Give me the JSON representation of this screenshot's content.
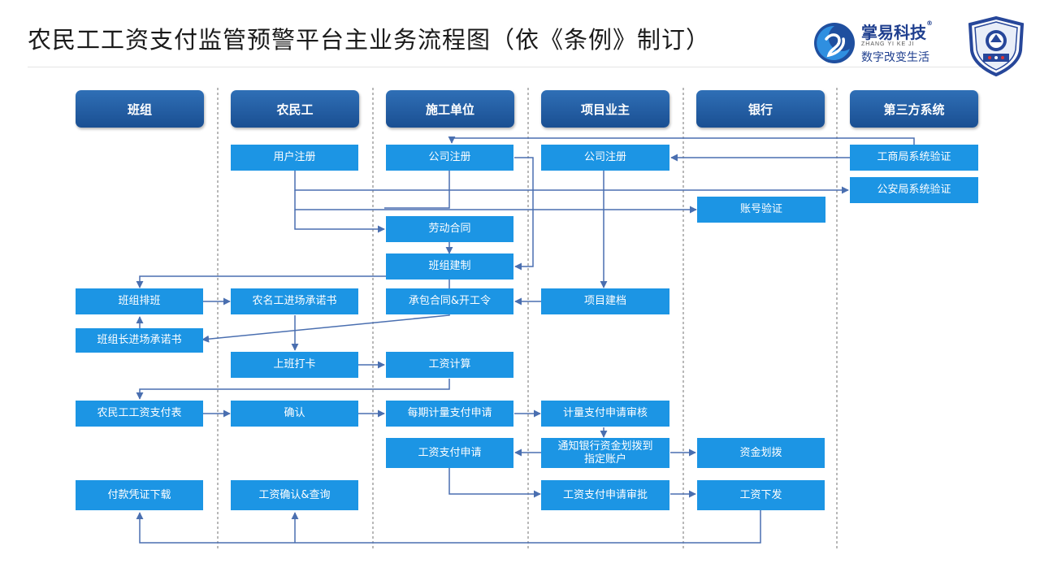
{
  "title": "农民工工资支付监管预警平台主业务流程图（依《条例》制订）",
  "logo": {
    "name": "掌易科技",
    "registered": "®",
    "english": "ZHANG YI KE JI",
    "slogan": "数字改变生活"
  },
  "colors": {
    "header_fill": "#1a4f92",
    "box_fill": "#1c95e4",
    "connector": "#4a6fb0",
    "lane_divider": "#8a8a8a"
  },
  "lanes": [
    "班组",
    "农民工",
    "施工单位",
    "项目业主",
    "银行",
    "第三方系统"
  ],
  "steps": {
    "user_register": "用户注册",
    "company_register_contractor": "公司注册",
    "company_register_owner": "公司注册",
    "aic_verify": "工商局系统验证",
    "police_verify": "公安局系统验证",
    "account_verify": "账号验证",
    "labor_contract": "劳动合同",
    "team_setup": "班组建制",
    "team_schedule": "班组排班",
    "worker_entry_pledge": "农名工进场承诺书",
    "contract_start_order": "承包合同&开工令",
    "project_filing": "项目建档",
    "leader_entry_pledge": "班组长进场承诺书",
    "clock_in": "上班打卡",
    "wage_calc": "工资计算",
    "wage_sheet": "农民工工资支付表",
    "confirm": "确认",
    "periodic_payment_request": "每期计量支付申请",
    "payment_review": "计量支付申请审核",
    "wage_payment_request": "工资支付申请",
    "notify_bank": "通知银行资金划拨到指定账户",
    "fund_transfer": "资金划拨",
    "receipt_download": "付款凭证下载",
    "wage_confirm_query": "工资确认&查询",
    "wage_approval": "工资支付申请审批",
    "wage_distribution": "工资下发"
  }
}
